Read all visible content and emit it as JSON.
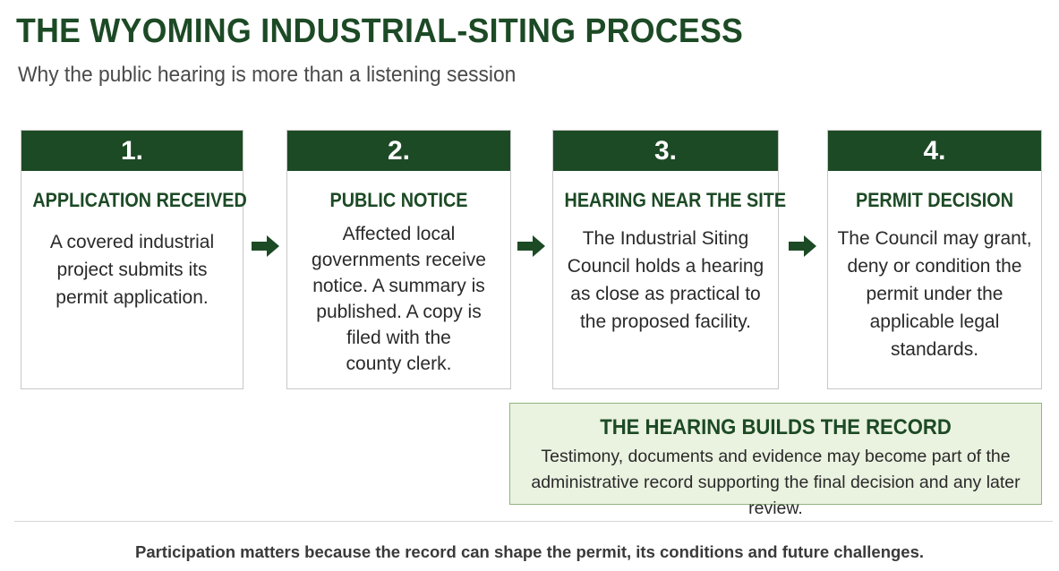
{
  "title": "THE WYOMING INDUSTRIAL-SITING PROCESS",
  "subtitle": "Why the public hearing is more than a listening session",
  "steps": [
    {
      "number": "1.",
      "heading": "APPLICATION RECEIVED",
      "lines": [
        "A covered industrial",
        "project submits its",
        "permit application."
      ]
    },
    {
      "number": "2.",
      "heading": "PUBLIC NOTICE",
      "lines": [
        "Affected local",
        "governments receive",
        "notice. A summary is",
        "published. A copy is",
        "filed with the",
        "county clerk."
      ]
    },
    {
      "number": "3.",
      "heading": "HEARING NEAR THE SITE",
      "lines": [
        "The Industrial Siting",
        "Council holds a hearing",
        "as close as practical to",
        "the proposed facility."
      ]
    },
    {
      "number": "4.",
      "heading": "PERMIT DECISION",
      "lines": [
        "The Council may grant,",
        "deny or condition the",
        "permit under the",
        "applicable legal",
        "standards."
      ]
    }
  ],
  "record": {
    "heading": "THE HEARING BUILDS THE RECORD",
    "lines": [
      "Testimony, documents and evidence may become part of the",
      "administrative record supporting the final decision and any later review."
    ]
  },
  "footer": "Participation matters because the record can shape the permit, its conditions and future challenges.",
  "colors": {
    "accent": "#1c4a25",
    "record_bg": "#eaf2e0",
    "record_border": "#8fb57f"
  },
  "arrow_icon": "right-arrow-icon"
}
